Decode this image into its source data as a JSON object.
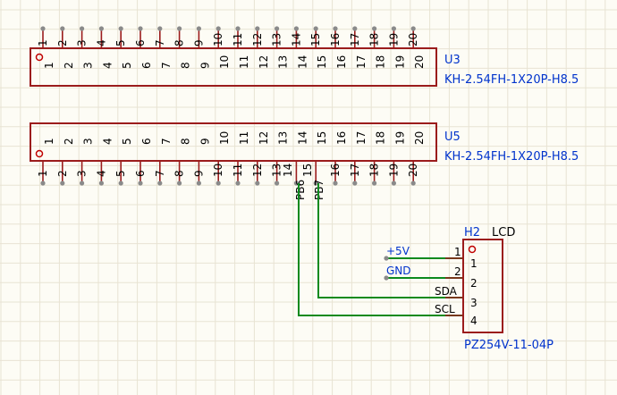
{
  "colors": {
    "background": "#fdfcf5",
    "grid": "#e8e3d3",
    "body_stroke": "#9b1c1c",
    "pin_line": "#9b1c1c",
    "pin_dot": "#8a8a8a",
    "pin_text": "#000000",
    "designator": "#0033cc",
    "net_label": "#000000",
    "power_label": "#0033cc",
    "wire": "#0b8a1e",
    "pin1_marker": "#c00000"
  },
  "u3": {
    "designator": "U3",
    "value": "KH-2.54FH-1X20P-H8.5",
    "pin_numbers": [
      "1",
      "2",
      "3",
      "4",
      "5",
      "6",
      "7",
      "8",
      "9",
      "10",
      "11",
      "12",
      "13",
      "14",
      "15",
      "16",
      "17",
      "18",
      "19",
      "20"
    ]
  },
  "u5": {
    "designator": "U5",
    "value": "KH-2.54FH-1X20P-H8.5",
    "pin_numbers": [
      "1",
      "2",
      "3",
      "4",
      "5",
      "6",
      "7",
      "8",
      "9",
      "10",
      "11",
      "12",
      "13",
      "14",
      "15",
      "16",
      "17",
      "18",
      "19",
      "20"
    ],
    "net_labels": {
      "pin14": "PB6",
      "pin15": "PB7"
    }
  },
  "h2": {
    "designator": "H2",
    "comment": "LCD",
    "value": "PZ254V-11-04P",
    "pins": [
      {
        "number": "1",
        "net": ""
      },
      {
        "number": "2",
        "net": ""
      },
      {
        "number": "3",
        "net": "SDA"
      },
      {
        "number": "4",
        "net": "SCL"
      }
    ]
  },
  "power_nets": {
    "vcc": "+5V",
    "gnd": "GND"
  }
}
